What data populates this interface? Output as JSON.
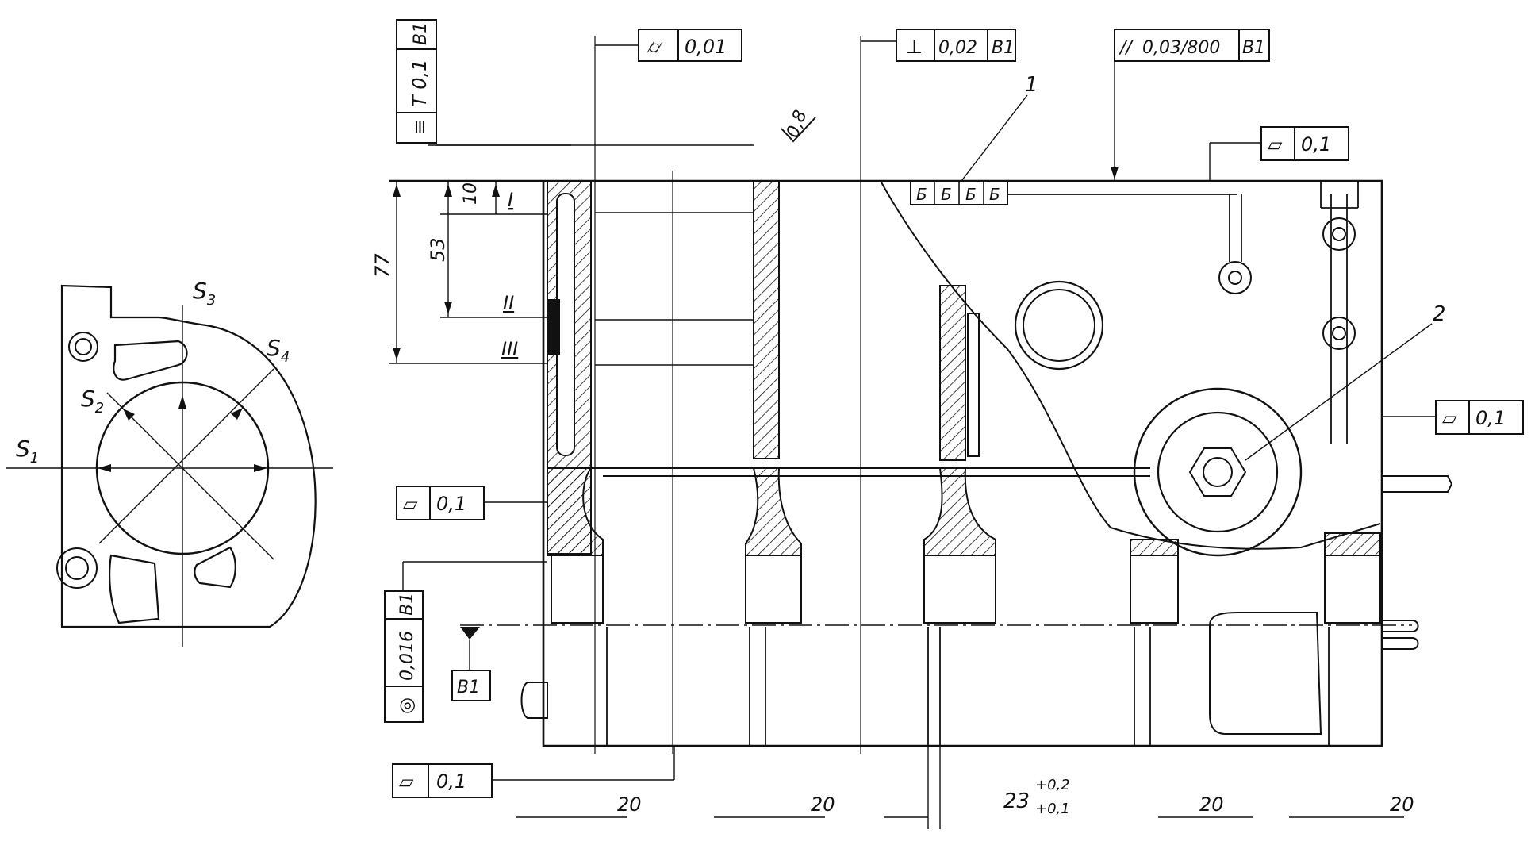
{
  "side_view": {
    "section_labels": [
      "S",
      "S",
      "S",
      "S"
    ],
    "section_subscripts": [
      "1",
      "2",
      "3",
      "4"
    ]
  },
  "tolerance_frames": {
    "symmetry": {
      "symbol": "≡",
      "value": "T 0,1",
      "datum": "B1"
    },
    "cylindricity": {
      "symbol": "⌭",
      "value": "0,01"
    },
    "perpendicularity": {
      "symbol": "⊥",
      "value": "0,02",
      "datum": "B1"
    },
    "parallelism": {
      "symbol": "//",
      "value": "0,03/800",
      "datum": "B1"
    },
    "flatness_top": {
      "symbol": "▱",
      "value": "0,1"
    },
    "flatness_right": {
      "symbol": "▱",
      "value": "0,1"
    },
    "flatness_left": {
      "symbol": "▱",
      "value": "0,1"
    },
    "flatness_bottom": {
      "symbol": "▱",
      "value": "0,1"
    },
    "coaxiality": {
      "symbol": "◎",
      "value": "0,016",
      "datum": "B1"
    }
  },
  "datum_label": "B1",
  "roughness": {
    "value": "0,8"
  },
  "callouts": [
    "1",
    "2"
  ],
  "cylinder_marks": [
    "Б",
    "Б",
    "Б",
    "Б"
  ],
  "measurement_planes": [
    "I",
    "II",
    "III"
  ],
  "dimensions": {
    "vertical": [
      "77",
      "53",
      "10"
    ],
    "bottom": [
      "20",
      "20",
      "20",
      "20"
    ],
    "bottom_main": "23",
    "tol_upper": "+0,2",
    "tol_lower": "+0,1"
  }
}
